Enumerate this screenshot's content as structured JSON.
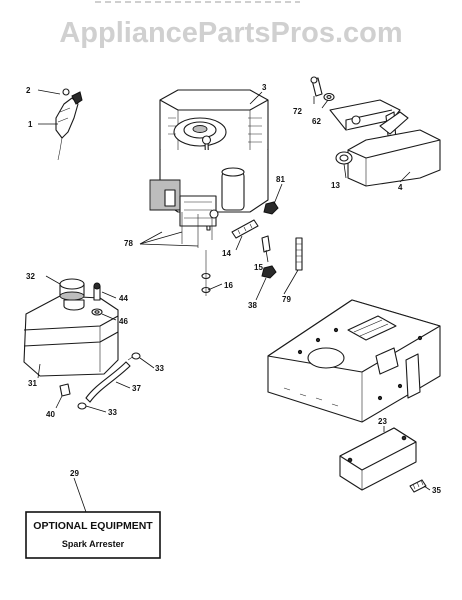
{
  "watermark": "AppliancePartsPros.com",
  "callouts": [
    "2",
    "1",
    "3",
    "72",
    "62",
    "81",
    "13",
    "4",
    "78",
    "14",
    "15",
    "16",
    "38",
    "79",
    "32",
    "44",
    "46",
    "33",
    "37",
    "31",
    "40",
    "33",
    "23",
    "29",
    "35"
  ],
  "optional_box": {
    "title": "OPTIONAL EQUIPMENT",
    "subtitle": "Spark Arrester"
  }
}
